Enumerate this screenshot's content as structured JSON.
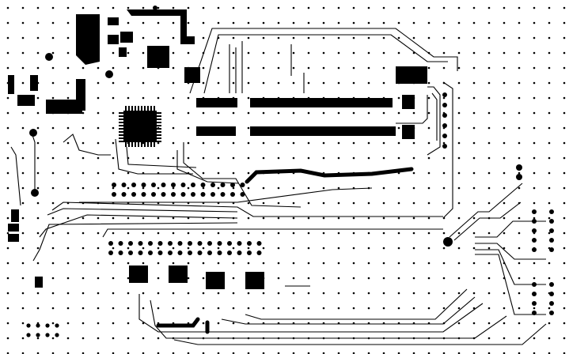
{
  "view": {
    "background": "#ffffff",
    "ink": "#000000",
    "grid_dots": true
  },
  "layer": {
    "name": "",
    "visible_text": ""
  },
  "components": {
    "main_mcu": "qfp-chip",
    "headers": "pin-header",
    "connectors": "edge-connector",
    "driver_ics": "small-qfn-chip"
  }
}
